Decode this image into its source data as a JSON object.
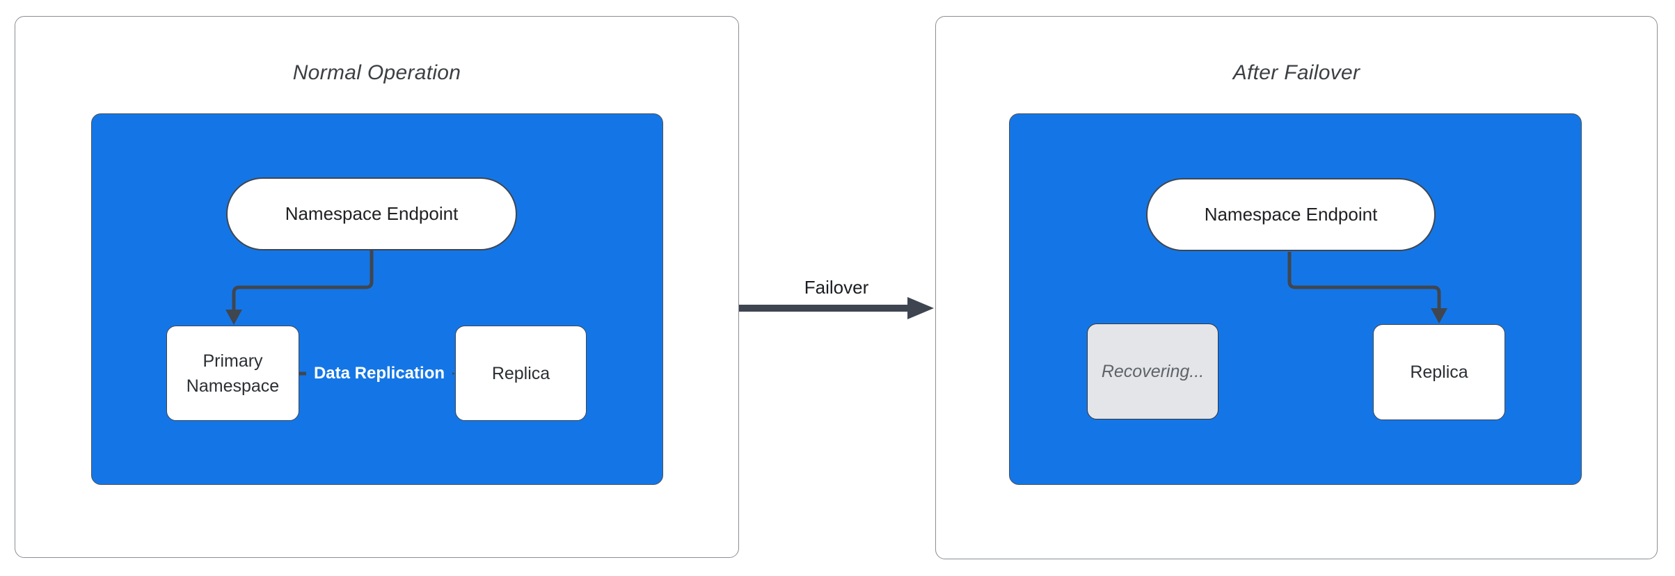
{
  "diagram": {
    "panels": [
      {
        "title": "Normal Operation",
        "endpoint_label": "Namespace Endpoint",
        "primary_label": "Primary Namespace",
        "replica_label": "Replica",
        "replication_label": "Data Replication"
      },
      {
        "title": "After Failover",
        "endpoint_label": "Namespace Endpoint",
        "recovering_label": "Recovering...",
        "replica_label": "Replica"
      }
    ],
    "transition_label": "Failover",
    "colors": {
      "container_fill": "#1476e6",
      "panel_border": "#8a8d91",
      "node_border": "#3f4650",
      "connector": "#3f4650",
      "failover_arrow": "#3e4551",
      "recovering_fill": "#e4e5e8",
      "recovering_text": "#5f6368",
      "title_text": "#3c4043",
      "node_text": "#2b2f33",
      "edge_label_text": "#ffffff"
    }
  }
}
